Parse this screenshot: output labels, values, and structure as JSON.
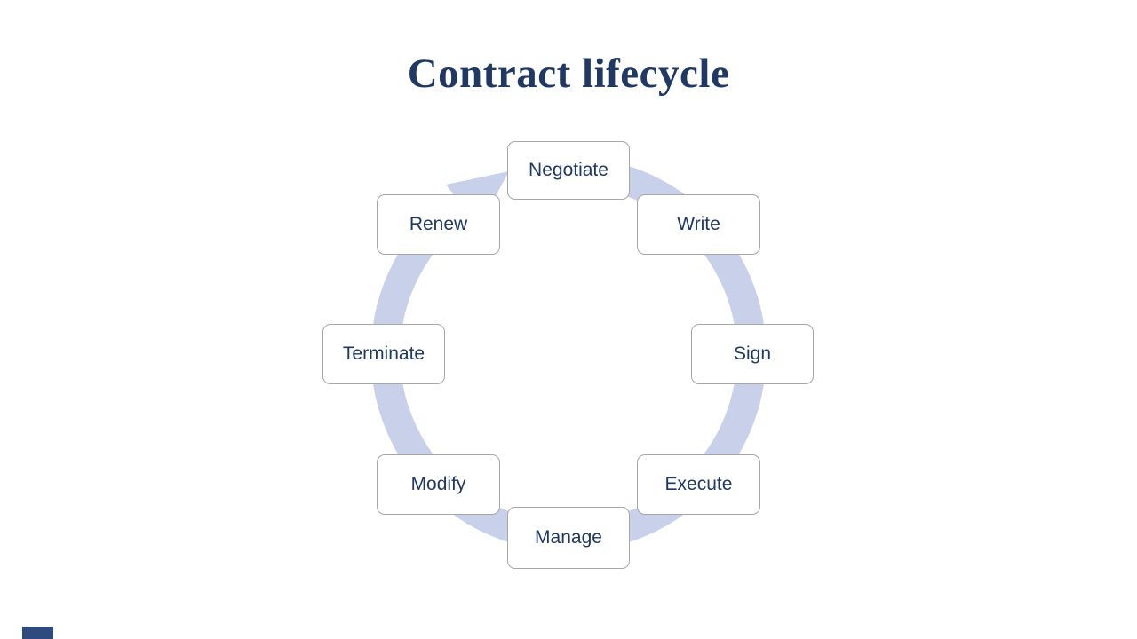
{
  "slide": {
    "title": "Contract lifecycle",
    "diagram": {
      "type": "cycle",
      "direction": "clockwise",
      "steps": [
        {
          "label": "Negotiate",
          "position": "top"
        },
        {
          "label": "Write",
          "position": "top-right"
        },
        {
          "label": "Sign",
          "position": "right"
        },
        {
          "label": "Execute",
          "position": "bottom-right"
        },
        {
          "label": "Manage",
          "position": "bottom"
        },
        {
          "label": "Modify",
          "position": "bottom-left"
        },
        {
          "label": "Terminate",
          "position": "left"
        },
        {
          "label": "Renew",
          "position": "top-left"
        }
      ]
    },
    "colors": {
      "background": "#FFFFFF",
      "title_text": "#1F3864",
      "step_text": "#1F3864",
      "step_fill": "#FFFFFF",
      "step_border": "#A6A6A6",
      "ring": "#C9D0E9",
      "accent_bar": "#2E4A7E"
    }
  }
}
